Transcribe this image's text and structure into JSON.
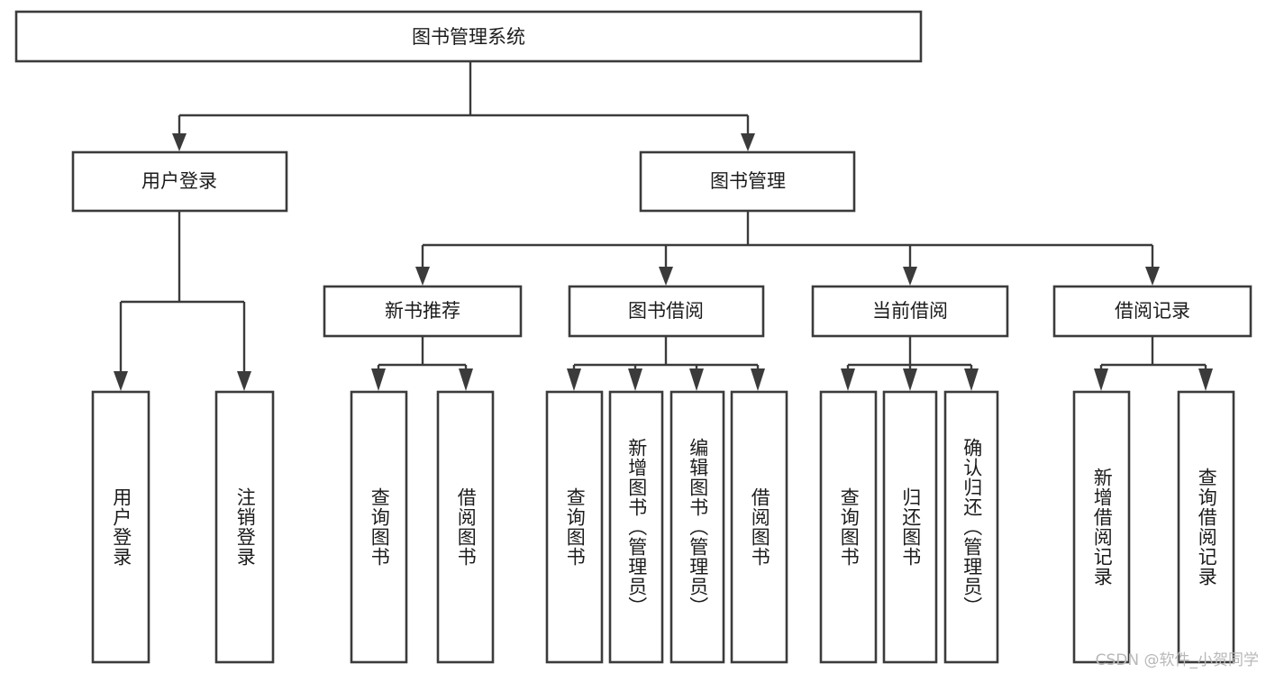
{
  "diagram": {
    "title": "图书管理系统",
    "type": "hierarchy-tree",
    "watermark": "CSDN @软件_小贺同学",
    "colors": {
      "stroke": "#3b3b3b",
      "fill": "#ffffff",
      "text": "#1c1c1c",
      "watermark": "#b8b8b8"
    },
    "root": {
      "label": "图书管理系统"
    },
    "level2": [
      {
        "label": "用户登录"
      },
      {
        "label": "图书管理"
      }
    ],
    "level3": [
      {
        "label": "新书推荐"
      },
      {
        "label": "图书借阅"
      },
      {
        "label": "当前借阅"
      },
      {
        "label": "借阅记录"
      }
    ],
    "leaves": {
      "user_login": [
        {
          "label": "用户登录"
        },
        {
          "label": "注销登录"
        }
      ],
      "new_book_recommend": [
        {
          "label": "查询图书"
        },
        {
          "label": "借阅图书"
        }
      ],
      "book_borrow": [
        {
          "label": "查询图书"
        },
        {
          "label": "新增图书（管理员）"
        },
        {
          "label": "编辑图书（管理员）"
        },
        {
          "label": "借阅图书"
        }
      ],
      "current_borrow": [
        {
          "label": "查询图书"
        },
        {
          "label": "归还图书"
        },
        {
          "label": "确认归还（管理员）"
        }
      ],
      "borrow_records": [
        {
          "label": "新增借阅记录"
        },
        {
          "label": "查询借阅记录"
        }
      ]
    }
  }
}
